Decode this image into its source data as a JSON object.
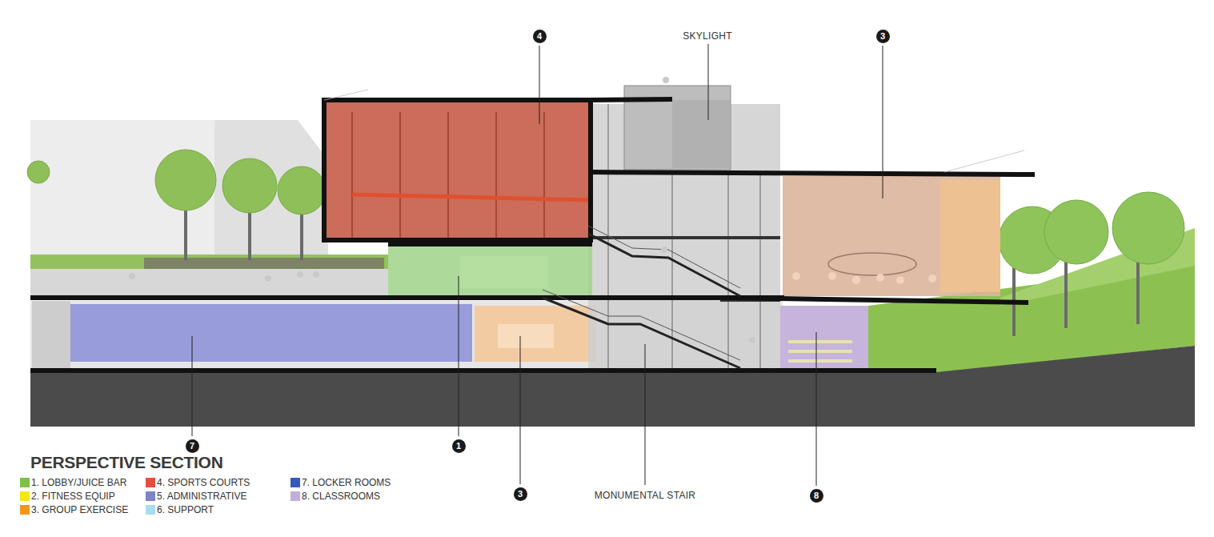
{
  "diagram": {
    "title": "PERSPECTIVE SECTION",
    "labels": [
      "4",
      "SKYLIGHT",
      "3",
      "7",
      "1",
      "3",
      "MONUMENTAL STAIR",
      "8"
    ],
    "legend": [
      {
        "text": "1. LOBBY/JUICE BAR",
        "color": "#7dc242"
      },
      {
        "text": "2. FITNESS EQUIP",
        "color": "#f5e61b"
      },
      {
        "text": "3. GROUP EXERCISE",
        "color": "#f7941d"
      },
      {
        "text": "4. SPORTS COURTS",
        "color": "#e84c3d"
      },
      {
        "text": "5. ADMINISTRATIVE",
        "color": "#7f84c8"
      },
      {
        "text": "6. SUPPORT",
        "color": "#a9dcf2"
      },
      {
        "text": "7. LOCKER ROOMS",
        "color": "#3559b8"
      },
      {
        "text": "8. CLASSROOMS",
        "color": "#c3aed8"
      }
    ]
  }
}
